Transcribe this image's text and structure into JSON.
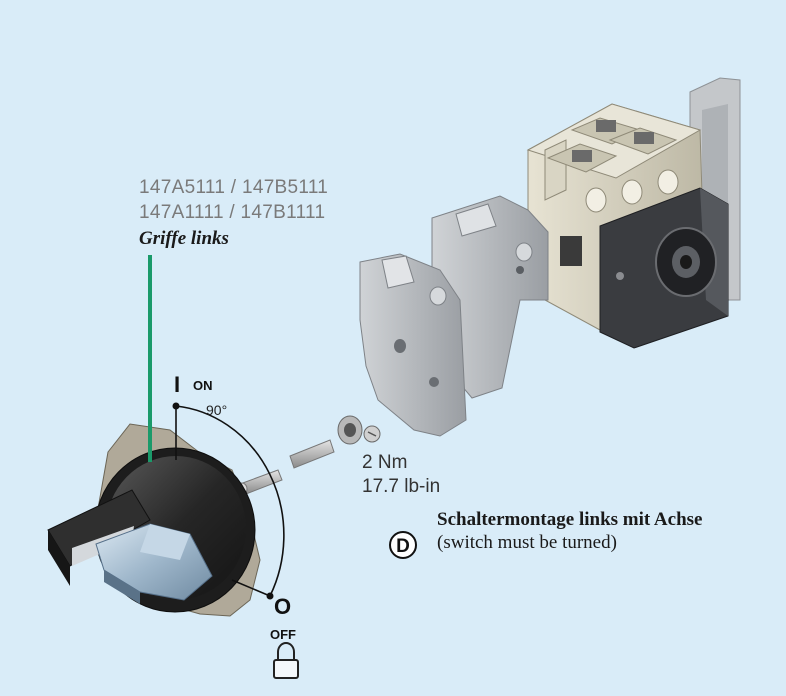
{
  "part_numbers": {
    "line1": "147A5111 / 147B5111",
    "line2": "147A1111 / 147B1111"
  },
  "handle_side": "Griffe links",
  "positions": {
    "on_symbol": "I",
    "on_label": "ON",
    "angle": "90°",
    "off_symbol": "O",
    "off_label": "OFF"
  },
  "torque": {
    "metric": "2 Nm",
    "imperial": "17.7 lb-in"
  },
  "mounting_note": {
    "marker": "D",
    "line1": "Schaltermontage links mit Achse",
    "line2": "(switch must be turned)"
  },
  "colors": {
    "background": "#d9ecf8",
    "leader_line": "#1a9a6a",
    "switch_body": "#d4d0bf",
    "dark_cover": "#3a3c40",
    "aux_block": "#b9bcc0",
    "knob": "#2b2b2b",
    "indicator": "#b8cfe0"
  },
  "icons": [
    "padlock-icon"
  ]
}
